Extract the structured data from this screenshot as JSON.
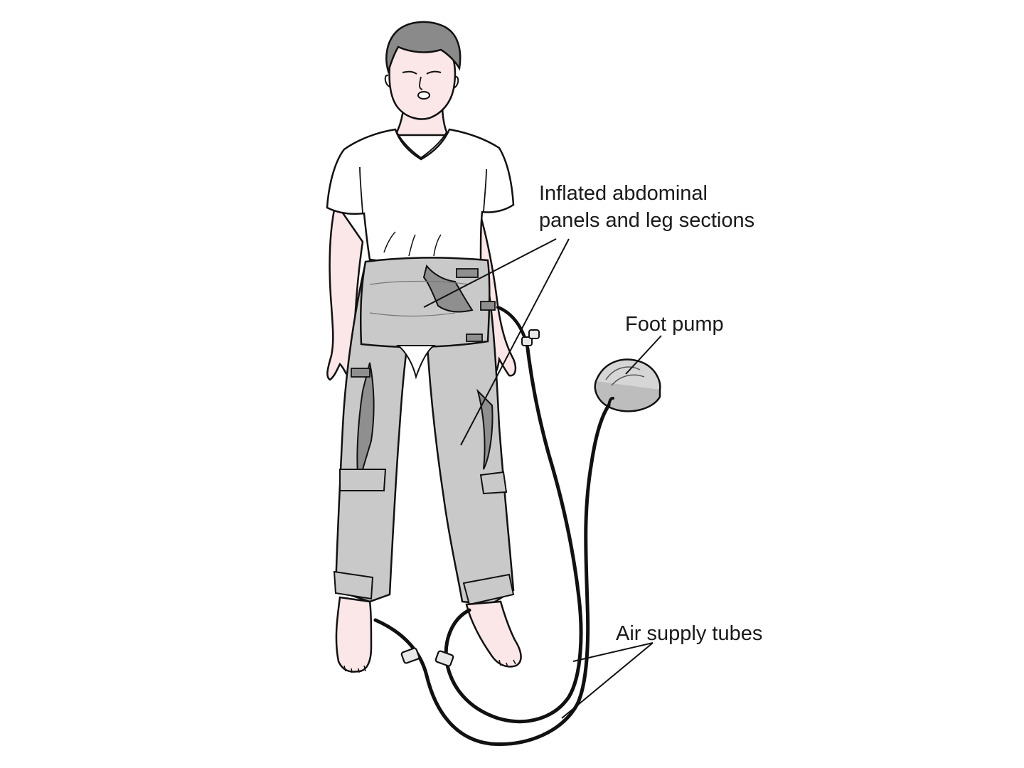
{
  "labels": {
    "panels_line1": "Inflated abdominal",
    "panels_line2": "panels and leg sections",
    "foot_pump": "Foot pump",
    "air_supply_tubes": "Air supply tubes"
  },
  "colors": {
    "skin": "#fbe6e8",
    "garment": "#c9c9c9",
    "garment_dark": "#8f8f8f",
    "hair": "#8a8a8a",
    "outline": "#111111",
    "tube": "#111111",
    "pump": "#d6d6d6"
  }
}
